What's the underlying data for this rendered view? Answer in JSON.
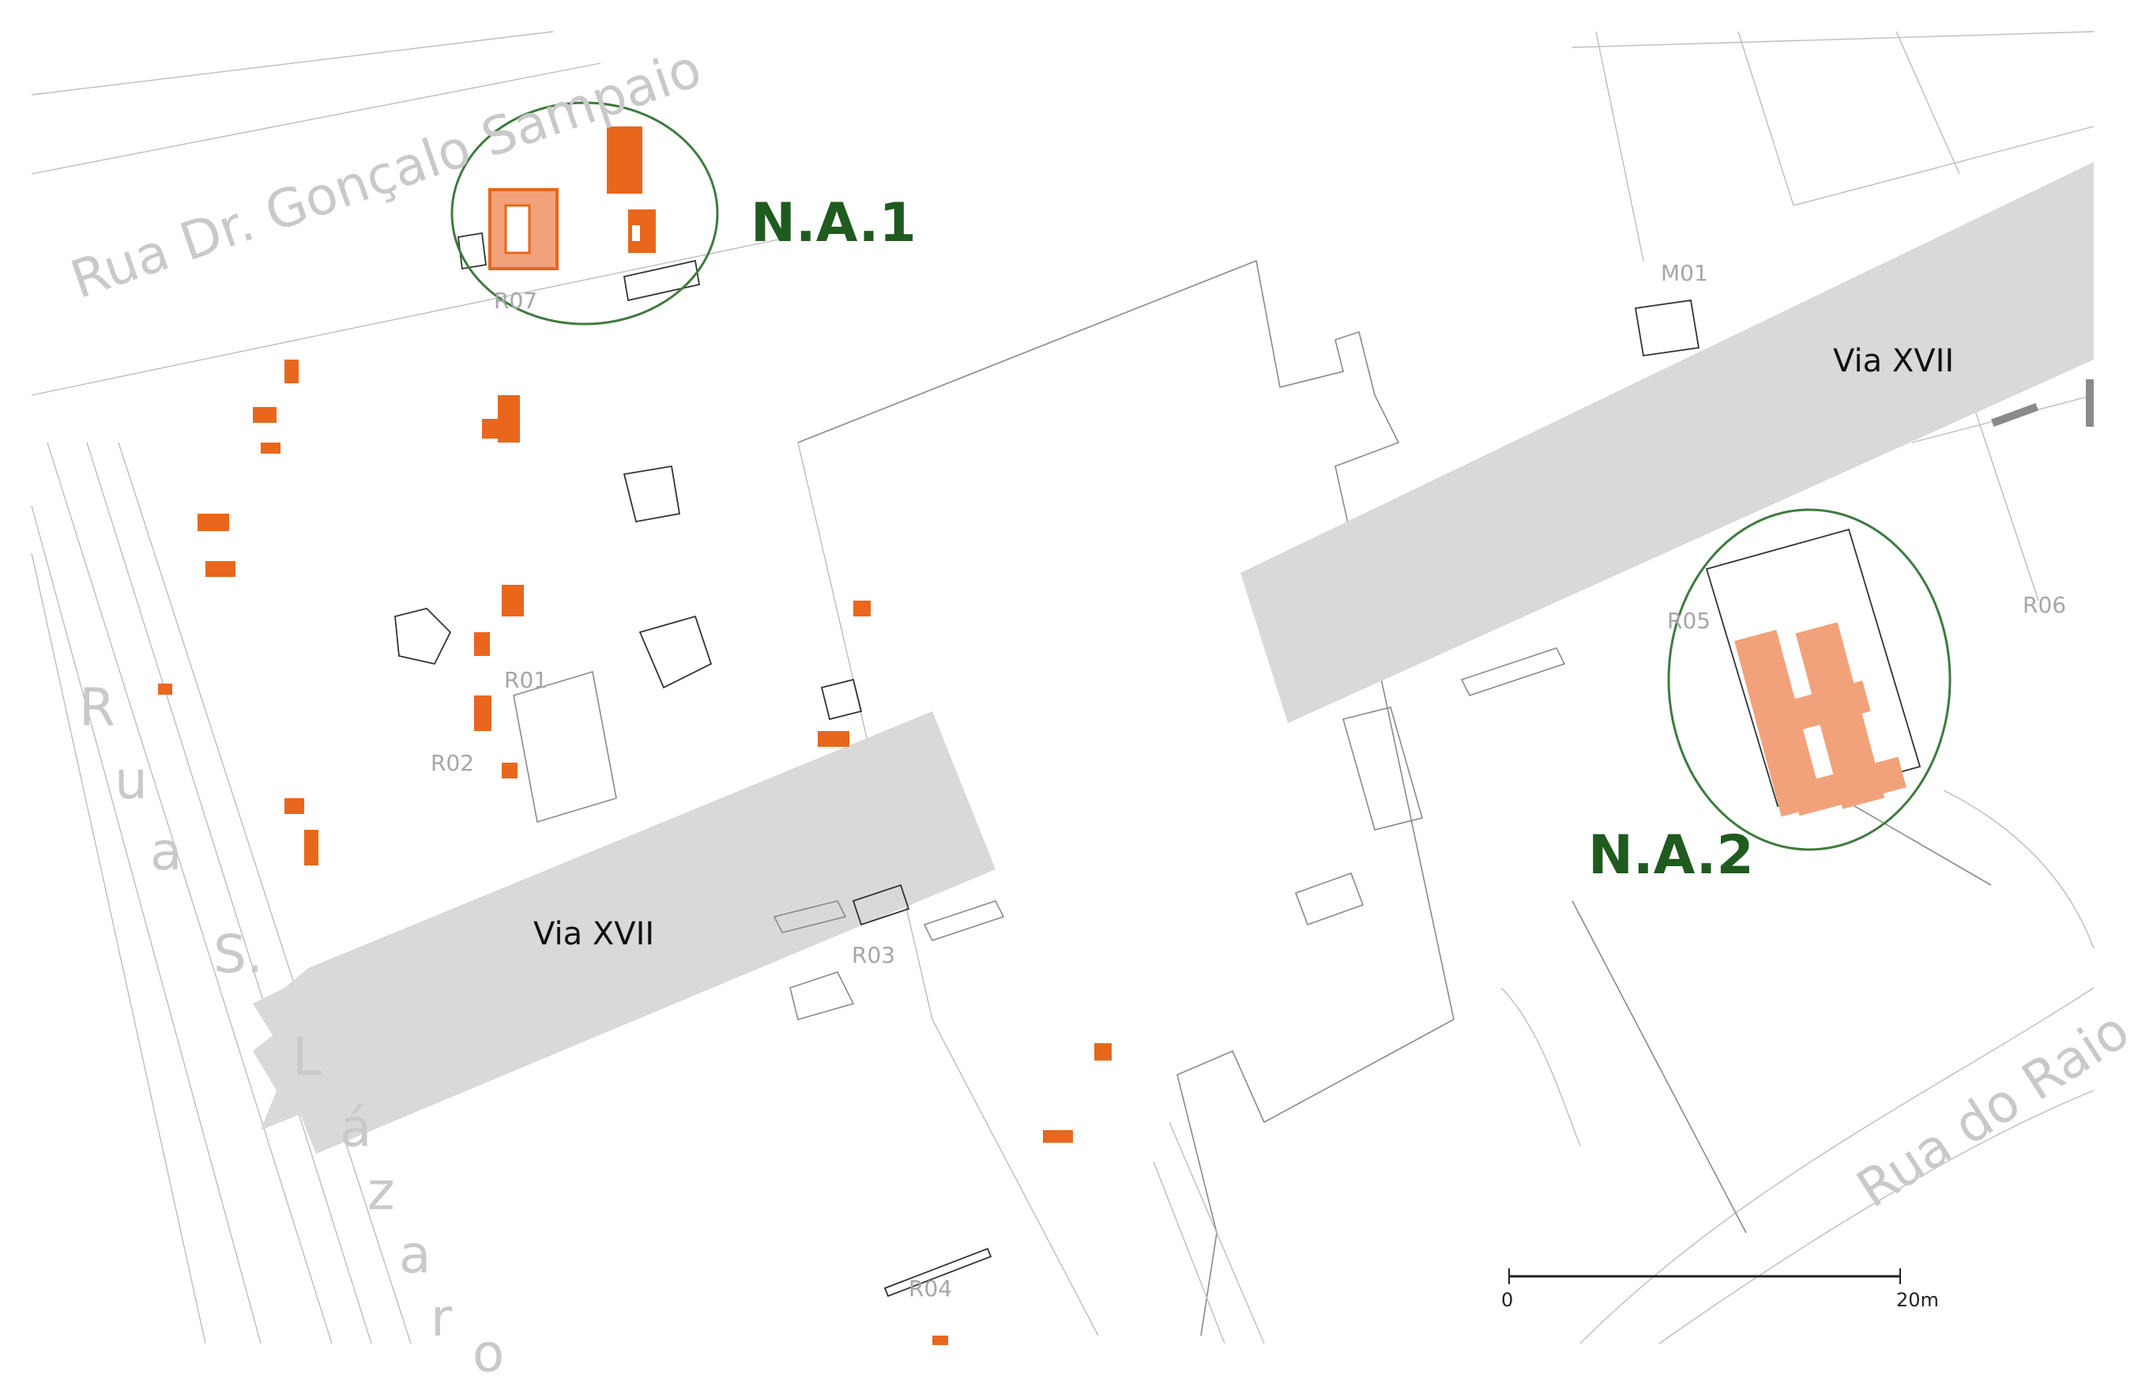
{
  "streets": {
    "north": "Rua Dr. Gonçalo Sampaio",
    "west_letters": [
      "R",
      "u",
      "a",
      "S.",
      "L",
      "á",
      "z",
      "a",
      "r",
      "o"
    ],
    "east": "Rua do Raio"
  },
  "roads": {
    "via_west": "Via XVII",
    "via_east": "Via XVII"
  },
  "sectors": [
    "R07",
    "R01",
    "R02",
    "R03",
    "R04",
    "M01",
    "R05",
    "R06"
  ],
  "highlights": [
    {
      "label": "N.A.1"
    },
    {
      "label": "N.A.2"
    }
  ],
  "scale_bar": {
    "start": "0",
    "end": "20m"
  },
  "colors": {
    "road_band": "#d9d9d9",
    "structure_orange": "#e8671c",
    "structure_light_orange": "#f2a27a",
    "highlight_green": "#1f5a1f",
    "ellipse_green": "#3f7a3f"
  }
}
